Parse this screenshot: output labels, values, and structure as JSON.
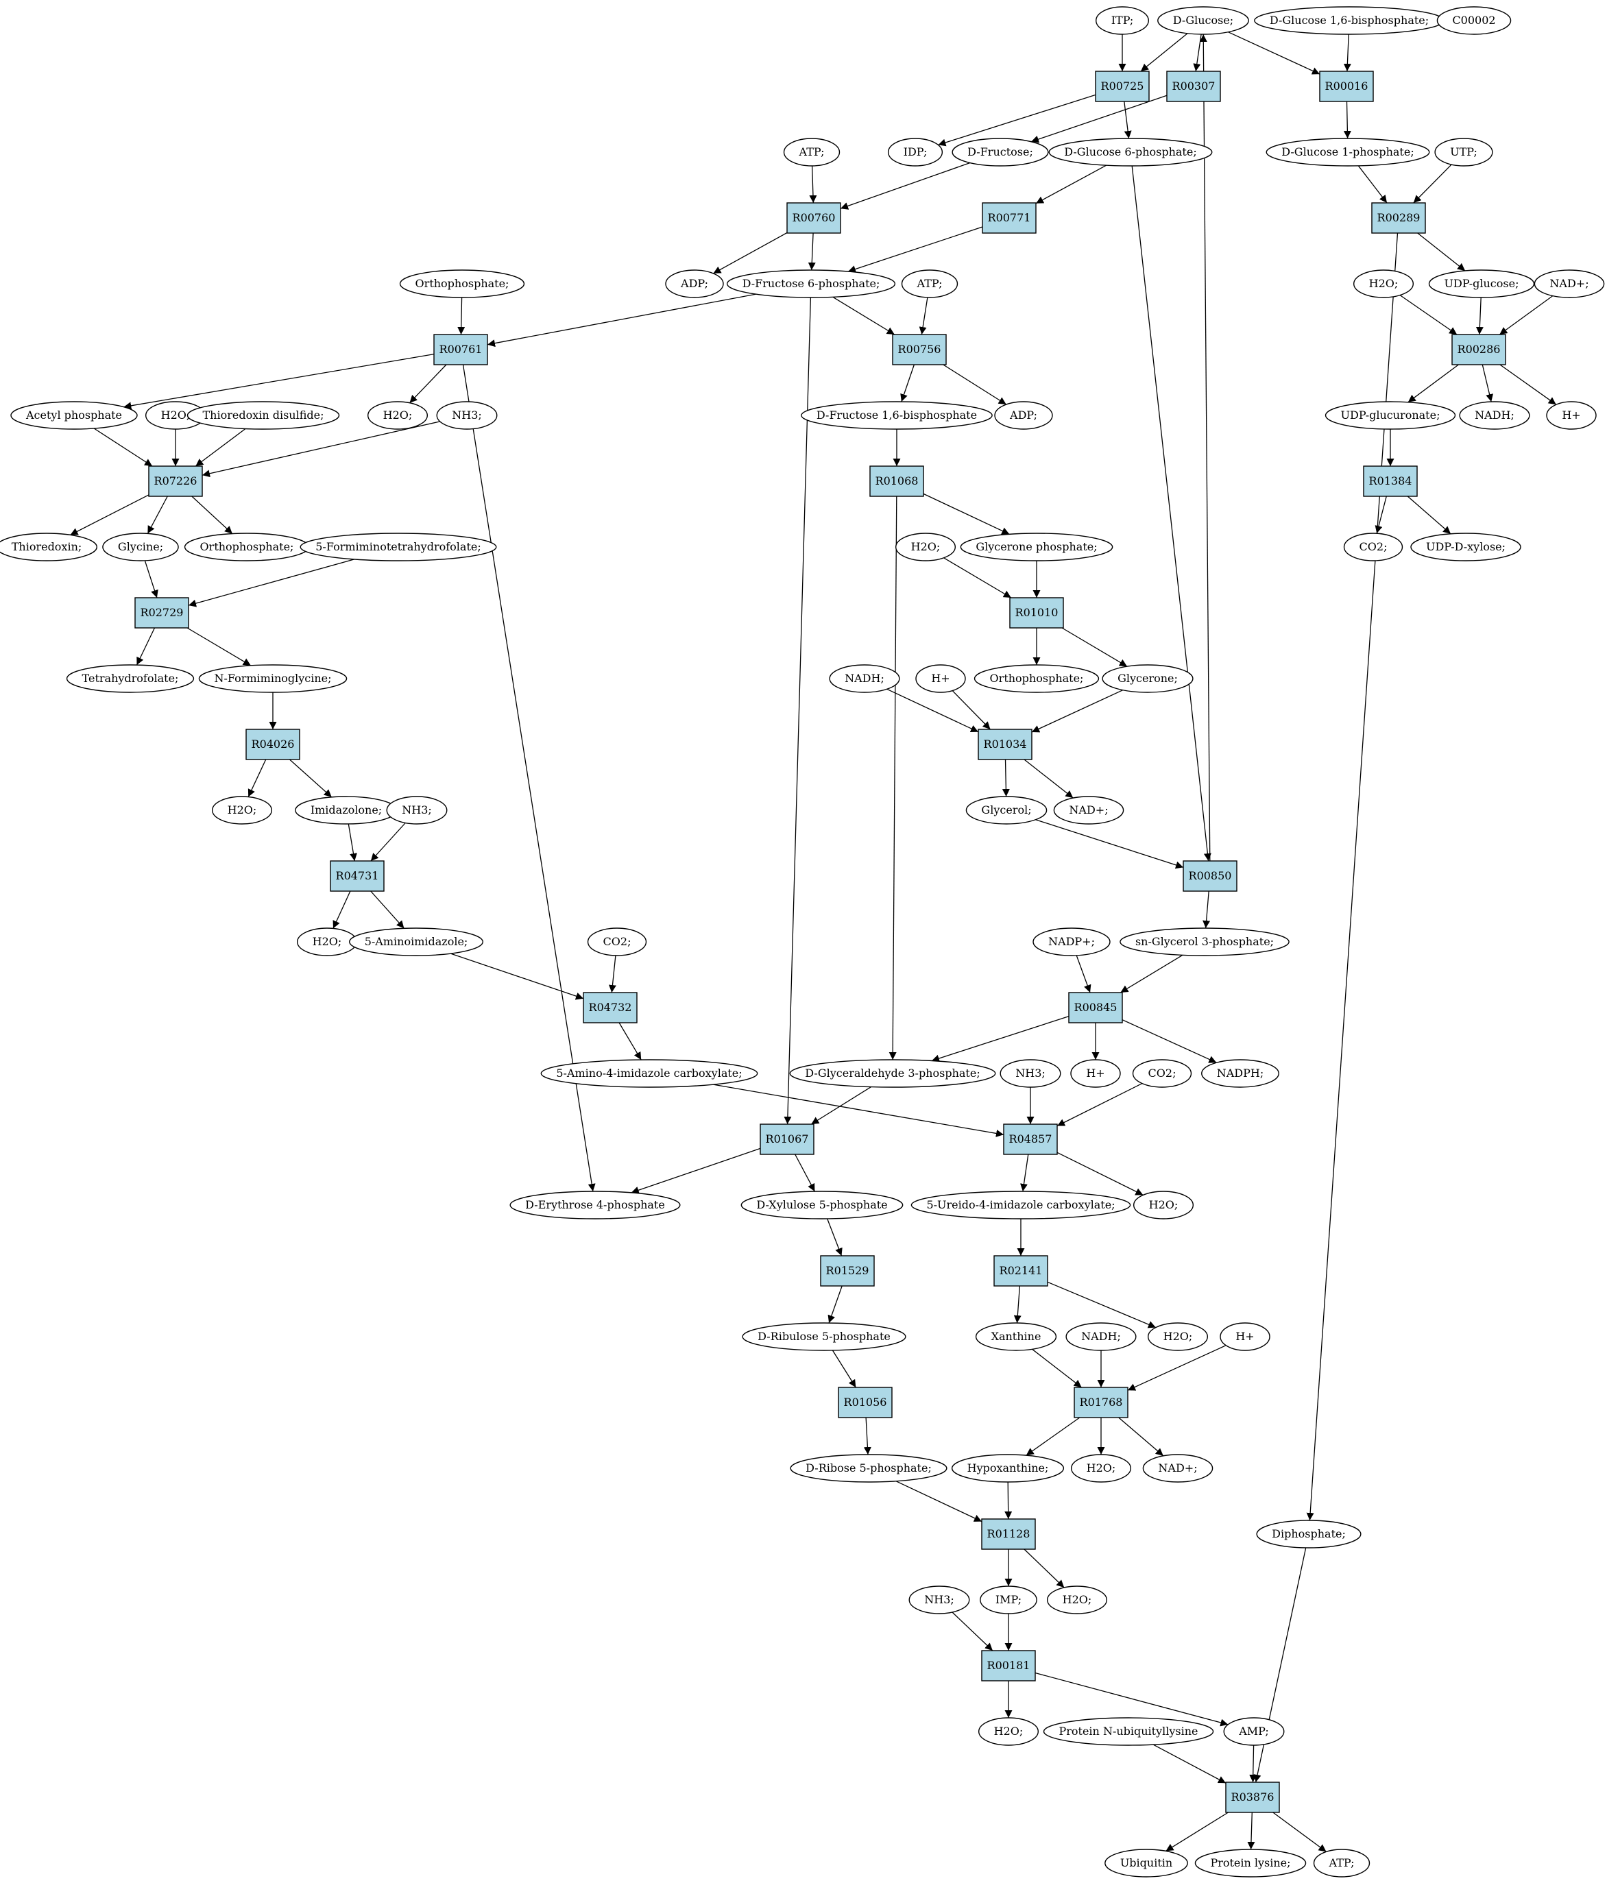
{
  "colors": {
    "reaction_fill": "#add8e6",
    "compound_fill": "#ffffff",
    "source_fill": "#00ee00",
    "target_fill": "#ffff00",
    "edge": "#000000"
  },
  "compounds": {
    "itp": "ITP;",
    "dglucose": "D-Glucose;",
    "dg16bp": "D-Glucose 1,6-bisphosphate;",
    "c00002": "C00002",
    "idp": "IDP;",
    "dfructose": "D-Fructose;",
    "dg6p": "D-Glucose 6-phosphate;",
    "dg1p": "D-Glucose 1-phosphate;",
    "utp": "UTP;",
    "atp_a": "ATP;",
    "adp_a": "ADP;",
    "df6p": "D-Fructose 6-phosphate;",
    "atp_b": "ATP;",
    "orthophosphate_a": "Orthophosphate;",
    "h2o_a": "H2O;",
    "udpglucose": "UDP-glucose;",
    "nadplus_a": "NAD+;",
    "acetylp": "Acetyl phosphate",
    "h2o_b": "H2O;",
    "thioredoxin_ds": "Thioredoxin disulfide;",
    "h2o_c": "H2O;",
    "nh3_a": "NH3;",
    "df16bp": "D-Fructose 1,6-bisphosphate",
    "adp_b": "ADP;",
    "udpglucuronate": "UDP-glucuronate;",
    "nadh_a": "NADH;",
    "hplus_a": "H+",
    "thioredoxin": "Thioredoxin;",
    "glycine": "Glycine;",
    "orthophosphate_b": "Orthophosphate;",
    "formiminothf": "5-Formiminotetrahydrofolate;",
    "h2o_d": "H2O;",
    "glyceronep": "Glycerone phosphate;",
    "co2_a": "CO2;",
    "udpxylose": "UDP-D-xylose;",
    "thf": "Tetrahydrofolate;",
    "nformiminoglycine": "N-Formiminoglycine;",
    "nadh_b": "NADH;",
    "hplus_b": "H+",
    "orthophosphate_c": "Orthophosphate;",
    "glycerone": "Glycerone;",
    "h2o_e": "H2O;",
    "imidazolone": "Imidazolone;",
    "nh3_b": "NH3;",
    "glycerol": "Glycerol;",
    "nadplus_b": "NAD+;",
    "h2o_f": "H2O;",
    "aminoimidazole": "5-Aminoimidazole;",
    "co2_b": "CO2;",
    "nadpplus": "NADP+;",
    "sng3p": "sn-Glycerol 3-phosphate;",
    "aicarboxylate": "5-Amino-4-imidazole carboxylate;",
    "g3p": "D-Glyceraldehyde 3-phosphate;",
    "nh3_c": "NH3;",
    "hplus_c": "H+",
    "co2_c": "CO2;",
    "nadph": "NADPH;",
    "de4p": "D-Erythrose 4-phosphate",
    "dx5p": "D-Xylulose 5-phosphate",
    "uicarboxylate": "5-Ureido-4-imidazole carboxylate;",
    "h2o_g": "H2O;",
    "dru5p": "D-Ribulose 5-phosphate",
    "xanthine": "Xanthine",
    "nadh_c": "NADH;",
    "h2o_h": "H2O;",
    "hplus_d": "H+",
    "dr5p": "D-Ribose 5-phosphate;",
    "hypoxanthine": "Hypoxanthine;",
    "h2o_i": "H2O;",
    "nadplus_c": "NAD+;",
    "diphosphate": "Diphosphate;",
    "nh3_d": "NH3;",
    "imp": "IMP;",
    "h2o_j": "H2O;",
    "h2o_k": "H2O;",
    "proteinub": "Protein N-ubiquityllysine",
    "amp": "AMP;",
    "ubiquitin": "Ubiquitin",
    "proteinlysine": "Protein lysine;",
    "atp_c": "ATP;"
  },
  "reactions": {
    "R00725": "R00725",
    "R00307": "R00307",
    "R00016": "R00016",
    "R00760": "R00760",
    "R00771": "R00771",
    "R00289": "R00289",
    "R00761": "R00761",
    "R00756": "R00756",
    "R00286": "R00286",
    "R07226": "R07226",
    "R01068": "R01068",
    "R01384": "R01384",
    "R02729": "R02729",
    "R01010": "R01010",
    "R04026": "R04026",
    "R01034": "R01034",
    "R04731": "R04731",
    "R00850": "R00850",
    "R04732": "R04732",
    "R00845": "R00845",
    "R01067": "R01067",
    "R04857": "R04857",
    "R01529": "R01529",
    "R02141": "R02141",
    "R01768": "R01768",
    "R01056": "R01056",
    "R01128": "R01128",
    "R00181": "R00181",
    "R03876": "R03876"
  },
  "edges": [
    [
      "itp",
      "R00725"
    ],
    [
      "dglucose",
      "R00725"
    ],
    [
      "dglucose",
      "R00307"
    ],
    [
      "dglucose",
      "R00016"
    ],
    [
      "dg16bp",
      "R00016"
    ],
    [
      "R00725",
      "idp"
    ],
    [
      "R00725",
      "dg6p"
    ],
    [
      "R00307",
      "dfructose"
    ],
    [
      "R00016",
      "dg1p"
    ],
    [
      "atp_a",
      "R00760"
    ],
    [
      "dfructose",
      "R00760"
    ],
    [
      "dg6p",
      "R00771"
    ],
    [
      "dg6p",
      "R00850"
    ],
    [
      "dg1p",
      "R00289"
    ],
    [
      "utp",
      "R00289"
    ],
    [
      "R00760",
      "adp_a"
    ],
    [
      "R00760",
      "df6p"
    ],
    [
      "R00771",
      "df6p"
    ],
    [
      "R00289",
      "udpglucose"
    ],
    [
      "R00289",
      "diphosphate"
    ],
    [
      "orthophosphate_a",
      "R00761"
    ],
    [
      "df6p",
      "R00761"
    ],
    [
      "df6p",
      "R00756"
    ],
    [
      "atp_b",
      "R00756"
    ],
    [
      "df6p",
      "R01067"
    ],
    [
      "h2o_a",
      "R00286"
    ],
    [
      "udpglucose",
      "R00286"
    ],
    [
      "nadplus_a",
      "R00286"
    ],
    [
      "R00761",
      "acetylp"
    ],
    [
      "R00761",
      "h2o_c"
    ],
    [
      "R00761",
      "de4p"
    ],
    [
      "R00756",
      "df16bp"
    ],
    [
      "R00756",
      "adp_b"
    ],
    [
      "R00286",
      "udpglucuronate"
    ],
    [
      "R00286",
      "nadh_a"
    ],
    [
      "R00286",
      "hplus_a"
    ],
    [
      "acetylp",
      "R07226"
    ],
    [
      "h2o_b",
      "R07226"
    ],
    [
      "thioredoxin_ds",
      "R07226"
    ],
    [
      "nh3_a",
      "R07226"
    ],
    [
      "df16bp",
      "R01068"
    ],
    [
      "udpglucuronate",
      "R01384"
    ],
    [
      "R07226",
      "thioredoxin"
    ],
    [
      "R07226",
      "glycine"
    ],
    [
      "R07226",
      "orthophosphate_b"
    ],
    [
      "R01068",
      "glyceronep"
    ],
    [
      "R01068",
      "g3p"
    ],
    [
      "R01384",
      "co2_a"
    ],
    [
      "R01384",
      "udpxylose"
    ],
    [
      "glycine",
      "R02729"
    ],
    [
      "formiminothf",
      "R02729"
    ],
    [
      "h2o_d",
      "R01010"
    ],
    [
      "glyceronep",
      "R01010"
    ],
    [
      "R02729",
      "thf"
    ],
    [
      "R02729",
      "nformiminoglycine"
    ],
    [
      "R01010",
      "orthophosphate_c"
    ],
    [
      "R01010",
      "glycerone"
    ],
    [
      "nformiminoglycine",
      "R04026"
    ],
    [
      "nadh_b",
      "R01034"
    ],
    [
      "hplus_b",
      "R01034"
    ],
    [
      "glycerone",
      "R01034"
    ],
    [
      "R04026",
      "h2o_e"
    ],
    [
      "R04026",
      "imidazolone"
    ],
    [
      "R01034",
      "glycerol"
    ],
    [
      "R01034",
      "nadplus_b"
    ],
    [
      "imidazolone",
      "R04731"
    ],
    [
      "nh3_b",
      "R04731"
    ],
    [
      "glycerol",
      "R00850"
    ],
    [
      "R00850",
      "dglucose"
    ],
    [
      "R00850",
      "sng3p"
    ],
    [
      "R04731",
      "h2o_f"
    ],
    [
      "R04731",
      "aminoimidazole"
    ],
    [
      "aminoimidazole",
      "R04732"
    ],
    [
      "co2_b",
      "R04732"
    ],
    [
      "nadpplus",
      "R00845"
    ],
    [
      "sng3p",
      "R00845"
    ],
    [
      "R04732",
      "aicarboxylate"
    ],
    [
      "R00845",
      "g3p"
    ],
    [
      "R00845",
      "hplus_c"
    ],
    [
      "R00845",
      "nadph"
    ],
    [
      "g3p",
      "R01067"
    ],
    [
      "aicarboxylate",
      "R04857"
    ],
    [
      "nh3_c",
      "R04857"
    ],
    [
      "co2_c",
      "R04857"
    ],
    [
      "R01067",
      "de4p"
    ],
    [
      "R01067",
      "dx5p"
    ],
    [
      "R04857",
      "uicarboxylate"
    ],
    [
      "R04857",
      "h2o_g"
    ],
    [
      "dx5p",
      "R01529"
    ],
    [
      "uicarboxylate",
      "R02141"
    ],
    [
      "R01529",
      "dru5p"
    ],
    [
      "R02141",
      "xanthine"
    ],
    [
      "R02141",
      "h2o_h"
    ],
    [
      "xanthine",
      "R01768"
    ],
    [
      "nadh_c",
      "R01768"
    ],
    [
      "hplus_d",
      "R01768"
    ],
    [
      "dru5p",
      "R01056"
    ],
    [
      "R01768",
      "hypoxanthine"
    ],
    [
      "R01768",
      "h2o_i"
    ],
    [
      "R01768",
      "nadplus_c"
    ],
    [
      "R01056",
      "dr5p"
    ],
    [
      "dr5p",
      "R01128"
    ],
    [
      "hypoxanthine",
      "R01128"
    ],
    [
      "R01128",
      "imp"
    ],
    [
      "R01128",
      "h2o_j"
    ],
    [
      "nh3_d",
      "R00181"
    ],
    [
      "imp",
      "R00181"
    ],
    [
      "R00181",
      "h2o_k"
    ],
    [
      "R00181",
      "amp"
    ],
    [
      "proteinub",
      "R03876"
    ],
    [
      "amp",
      "R03876"
    ],
    [
      "diphosphate",
      "R03876"
    ],
    [
      "R03876",
      "ubiquitin"
    ],
    [
      "R03876",
      "proteinlysine"
    ],
    [
      "R03876",
      "atp_c"
    ]
  ]
}
